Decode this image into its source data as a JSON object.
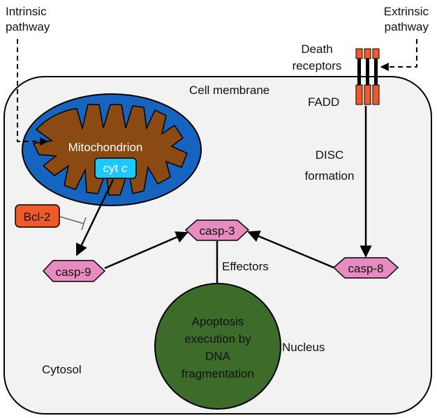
{
  "labels": {
    "intrinsic_line1": "Intrinsic",
    "intrinsic_line2": "pathway",
    "extrinsic_line1": "Extrinsic",
    "extrinsic_line2": "pathway",
    "death_line1": "Death",
    "death_line2": "receptors",
    "cell_membrane": "Cell membrane",
    "fadd": "FADD",
    "mitochondrion": "Mitochondrion",
    "cyt": "cyt",
    "cyt_c": "c",
    "disc_line1": "DISC",
    "disc_line2": "formation",
    "bcl2": "Bcl-2",
    "casp3": "casp-3",
    "casp9": "casp-9",
    "casp8": "casp-8",
    "effectors": "Effectors",
    "apoptosis_line1": "Apoptosis",
    "apoptosis_line2": "execution by",
    "apoptosis_line3": "DNA",
    "apoptosis_line4": "fragmentation",
    "nucleus": "Nucleus",
    "cytosol": "Cytosol"
  },
  "colors": {
    "mito_outer": "#1565c0",
    "mito_inner": "#8b4a12",
    "cyt_box": "#1ec8ff",
    "bcl2_box": "#f05a28",
    "receptor": "#f05a28",
    "caspase": "#e88bc0",
    "nucleus": "#3d6b2a"
  }
}
